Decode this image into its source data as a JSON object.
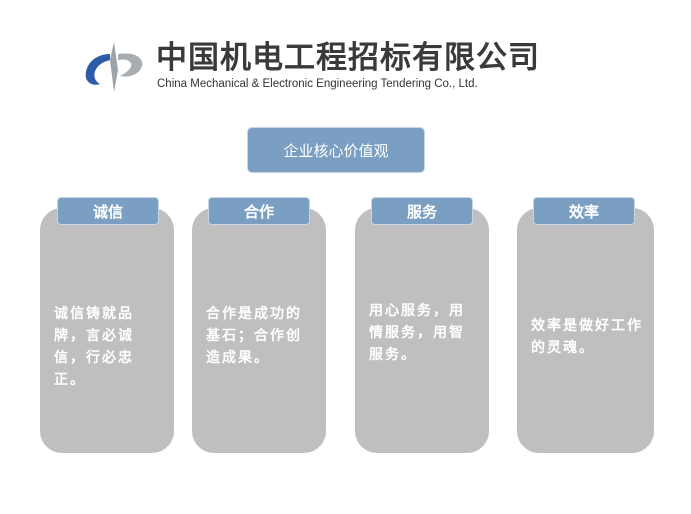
{
  "logo": {
    "name_cn": "中国机电工程招标有限公司",
    "name_en": "China Mechanical & Electronic Engineering Tendering Co., Ltd."
  },
  "title": "企业核心价值观",
  "values": [
    {
      "label": "诚信",
      "text": "诚信铸就品牌，言必诚信，行必忠正。"
    },
    {
      "label": "合作",
      "text": "合作是成功的基石；合作创造成果。"
    },
    {
      "label": "服务",
      "text": "用心服务，用情服务，用智服务。"
    },
    {
      "label": "效率",
      "text": "效率是做好工作的灵魂。"
    }
  ]
}
